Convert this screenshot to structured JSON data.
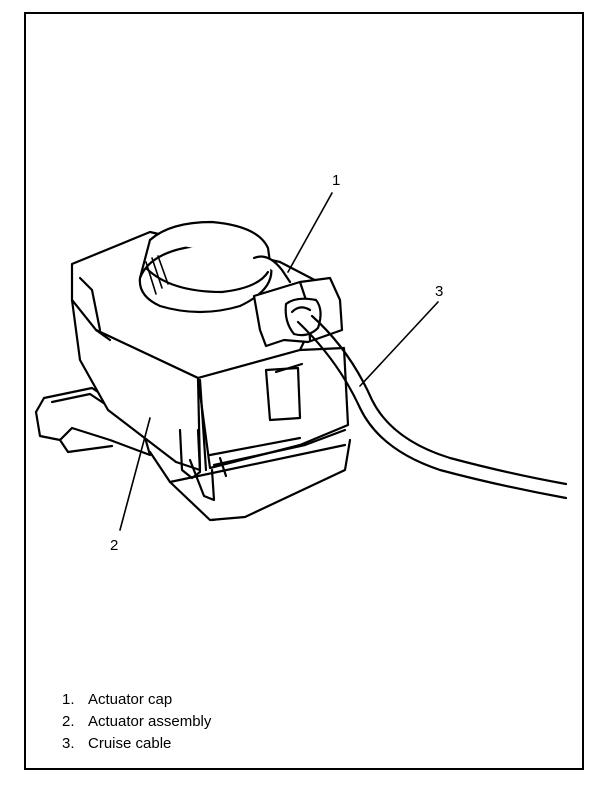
{
  "callouts": [
    {
      "number": "1"
    },
    {
      "number": "2"
    },
    {
      "number": "3"
    }
  ],
  "legend": [
    {
      "number": "1.",
      "label": "Actuator cap"
    },
    {
      "number": "2.",
      "label": "Actuator assembly"
    },
    {
      "number": "3.",
      "label": "Cruise cable"
    }
  ]
}
